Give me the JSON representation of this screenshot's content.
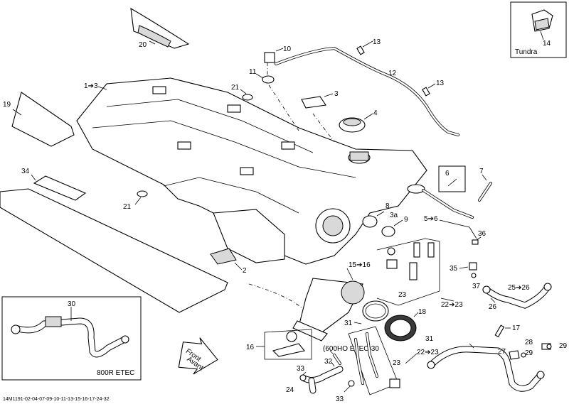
{
  "callouts": [
    {
      "id": "c20",
      "text": "20"
    },
    {
      "id": "c10",
      "text": "10"
    },
    {
      "id": "c13a",
      "text": "13"
    },
    {
      "id": "c11",
      "text": "11"
    },
    {
      "id": "c12",
      "text": "12"
    },
    {
      "id": "c1to3",
      "text": "1➔3"
    },
    {
      "id": "c21a",
      "text": "21"
    },
    {
      "id": "c3",
      "text": "3"
    },
    {
      "id": "c13b",
      "text": "13"
    },
    {
      "id": "c19",
      "text": "19"
    },
    {
      "id": "c4",
      "text": "4"
    },
    {
      "id": "c34",
      "text": "34"
    },
    {
      "id": "c6",
      "text": "6"
    },
    {
      "id": "c7",
      "text": "7"
    },
    {
      "id": "c21b",
      "text": "21"
    },
    {
      "id": "c8",
      "text": "8"
    },
    {
      "id": "c3a",
      "text": "3a"
    },
    {
      "id": "c9",
      "text": "9"
    },
    {
      "id": "c5to6",
      "text": "5➔6"
    },
    {
      "id": "c36",
      "text": "36"
    },
    {
      "id": "c2",
      "text": "2"
    },
    {
      "id": "c15to16",
      "text": "15➔16"
    },
    {
      "id": "c35",
      "text": "35"
    },
    {
      "id": "c37",
      "text": "37"
    },
    {
      "id": "c25to26",
      "text": "25➔26"
    },
    {
      "id": "c23a",
      "text": "23"
    },
    {
      "id": "c22to23a",
      "text": "22➔23"
    },
    {
      "id": "c26",
      "text": "26"
    },
    {
      "id": "c30a",
      "text": "30"
    },
    {
      "id": "c17",
      "text": "17"
    },
    {
      "id": "c18",
      "text": "18"
    },
    {
      "id": "c31a",
      "text": "31"
    },
    {
      "id": "c600",
      "text": "(600HO ETEC)30"
    },
    {
      "id": "c16",
      "text": "16"
    },
    {
      "id": "c31b",
      "text": "31"
    },
    {
      "id": "c22to23b",
      "text": "22➔23"
    },
    {
      "id": "c27",
      "text": "27"
    },
    {
      "id": "c28",
      "text": "28"
    },
    {
      "id": "c29a",
      "text": "29"
    },
    {
      "id": "c29b",
      "text": "29"
    },
    {
      "id": "c32",
      "text": "32"
    },
    {
      "id": "c23b",
      "text": "23"
    },
    {
      "id": "c33a",
      "text": "33"
    },
    {
      "id": "c24",
      "text": "24"
    },
    {
      "id": "c33b",
      "text": "33"
    },
    {
      "id": "c14",
      "text": "14"
    }
  ],
  "insets": {
    "tundra_label": "Tundra",
    "etec800_label": "800R ETEC"
  },
  "arrow": {
    "line1": "Front",
    "line2": "Avant"
  },
  "footer": "14M1191-02-04-07-09-10-11-13-15-16-17-24-32"
}
